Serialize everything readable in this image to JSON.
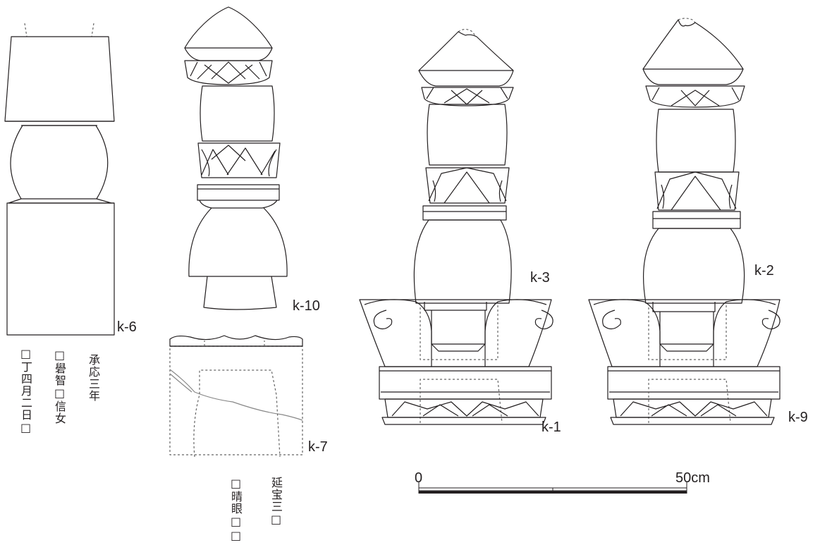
{
  "labels": {
    "k6": "k-6",
    "k10": "k-10",
    "k7": "k-7",
    "k3": "k-3",
    "k2": "k-2",
    "k1": "k-1",
    "k9": "k-9"
  },
  "scale": {
    "start": "0",
    "end": "50cm"
  },
  "inscriptions": {
    "k6_col1": "承応三年",
    "k6_col2": "□礐智□信女",
    "k6_col3": "□丁四月二日□",
    "k7_col1": "延宝三□",
    "k7_col2": "□晴眼□□"
  }
}
